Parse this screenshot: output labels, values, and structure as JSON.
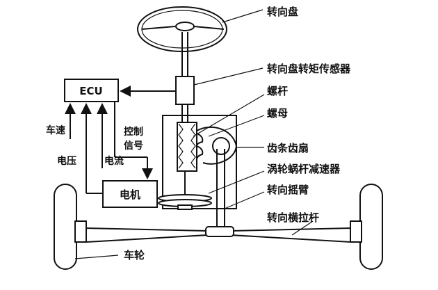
{
  "diagram": {
    "labels": {
      "steering_wheel": "转向盘",
      "torque_sensor": "转向盘转矩传感器",
      "screw": "螺杆",
      "nut": "螺母",
      "rack_sector": "齿条齿扇",
      "worm_reducer": "涡轮蜗杆减速器",
      "pitman_arm": "转向摇臂",
      "tie_rod": "转向横拉杆",
      "wheel": "车轮",
      "vehicle_speed": "车速",
      "control_signal_1": "控制",
      "control_signal_2": "信号",
      "voltage": "电压",
      "current": "电流"
    },
    "boxes": {
      "ecu": "ECU",
      "motor": "电机"
    }
  }
}
